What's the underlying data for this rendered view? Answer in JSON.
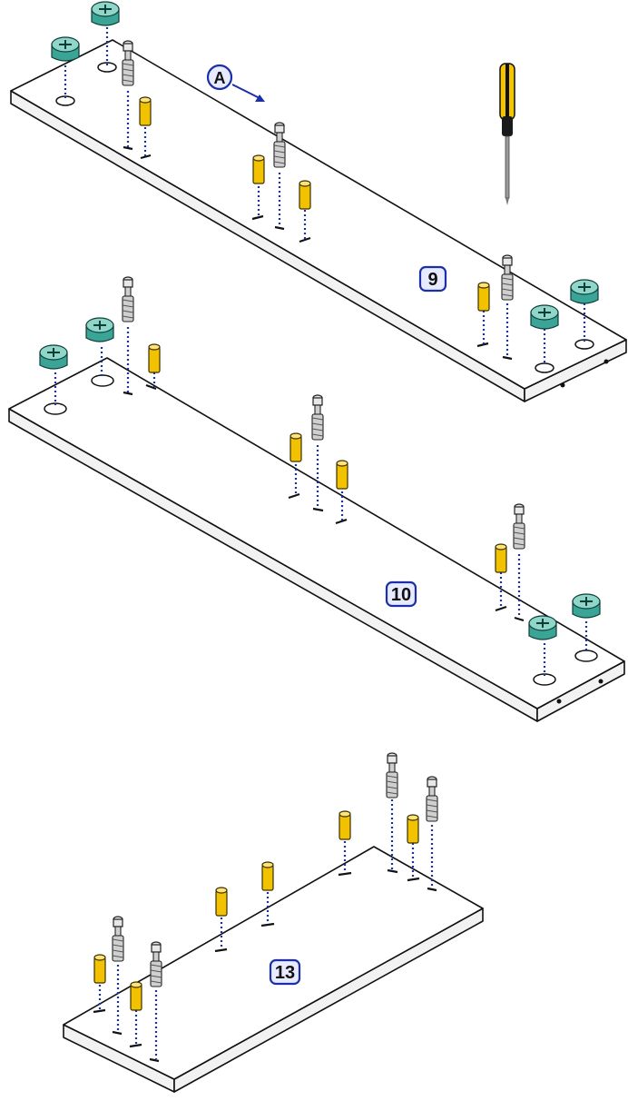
{
  "steps": [
    {
      "label": "9"
    },
    {
      "label": "10"
    },
    {
      "label": "13"
    }
  ],
  "callout": {
    "label": "A"
  },
  "icons": {
    "tool": "screwdriver-icon",
    "dowel": "wooden-dowel-icon",
    "bolt": "cam-bolt-icon",
    "cam": "cam-lock-icon"
  },
  "colors": {
    "guide": "#1a2fa8",
    "dowel": "#f2c200",
    "cam": "#3aa596",
    "screwdriver_handle": "#f5c400"
  }
}
